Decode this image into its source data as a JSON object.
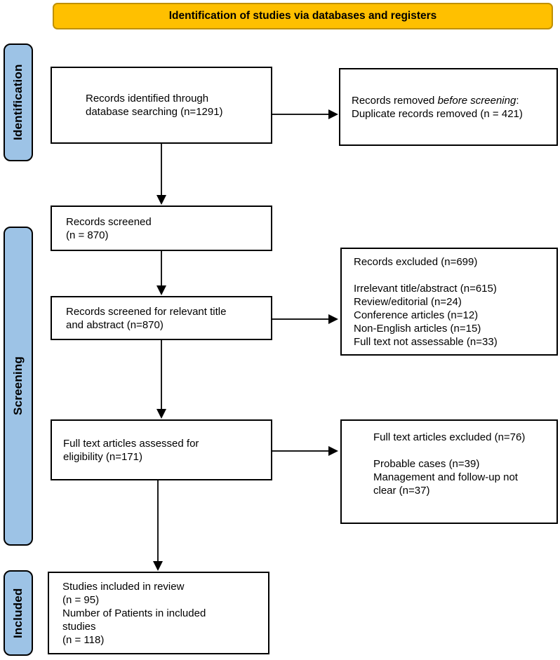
{
  "title": "Identification of studies via databases and registers",
  "stages": [
    {
      "label": "Identification"
    },
    {
      "label": "Screening"
    },
    {
      "label": "Included"
    }
  ],
  "boxes": {
    "records_identified": {
      "lines": [
        "Records identified through",
        "database searching (n=1291)"
      ]
    },
    "records_removed": {
      "line1_prefix": "Records removed ",
      "line1_italic": "before screening",
      "line1_suffix": ":",
      "line2": "Duplicate records removed (n = 421)"
    },
    "records_screened": {
      "lines": [
        "Records screened",
        "(n = 870)"
      ]
    },
    "records_excluded": {
      "lines": [
        "Records excluded (n=699)",
        "",
        "Irrelevant title/abstract (n=615)",
        "Review/editorial (n=24)",
        "Conference articles (n=12)",
        "Non-English articles (n=15)",
        "Full text not assessable (n=33)"
      ]
    },
    "title_abstract_screened": {
      "lines": [
        "Records screened for relevant title",
        "and abstract (n=870)"
      ]
    },
    "full_text_assessed": {
      "lines": [
        "Full text articles assessed for",
        "eligibility (n=171)"
      ]
    },
    "full_text_excluded": {
      "lines": [
        "Full text articles excluded (n=76)",
        "",
        "Probable cases (n=39)",
        "Management and follow-up not",
        "clear (n=37)"
      ]
    },
    "studies_included": {
      "lines": [
        "Studies included in review",
        "(n = 95)",
        "Number of Patients in included",
        "studies",
        "(n = 118)"
      ]
    }
  },
  "colors": {
    "banner_fill": "#FFC000",
    "banner_border": "#BF9000",
    "stage_fill": "#9DC3E6",
    "stage_border": "#000000",
    "box_border": "#000000",
    "arrow": "#000000"
  }
}
